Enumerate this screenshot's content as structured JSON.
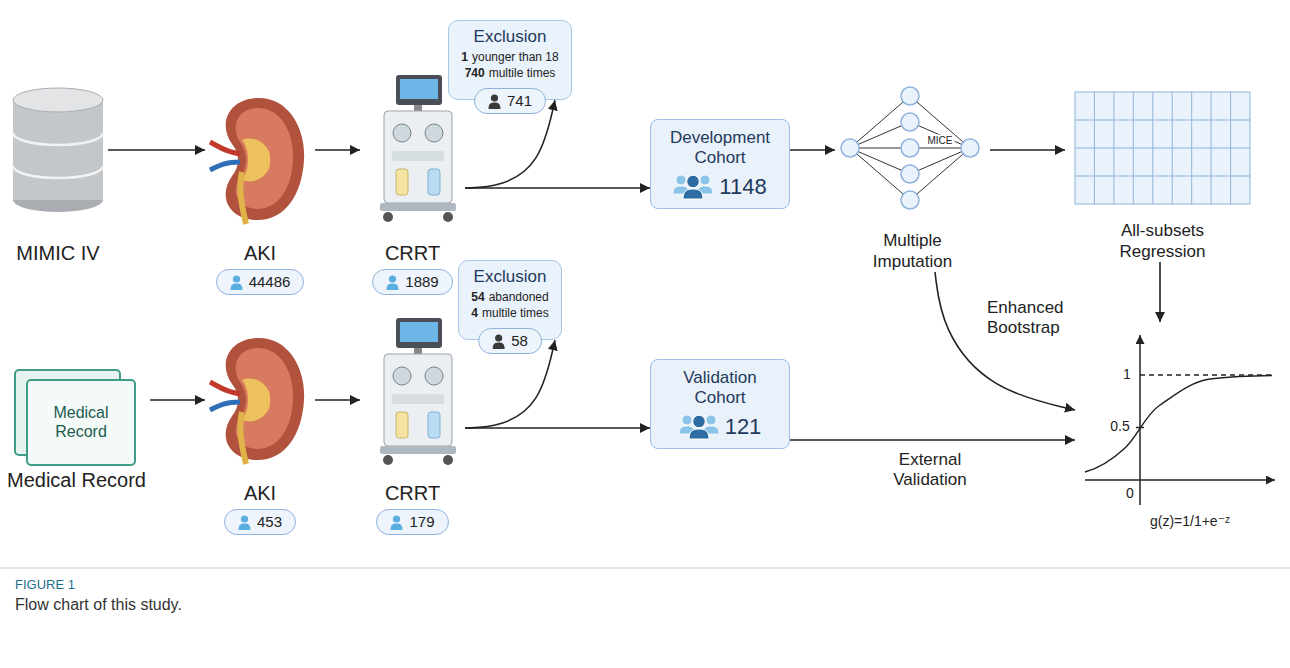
{
  "diagram": {
    "caption": "Flow chart of this study.",
    "nodes": [
      {
        "text": [
          "MIMIC IV"
        ]
      },
      {
        "text": [
          "AKI"
        ]
      },
      {
        "text": [
          "44486"
        ],
        "in": 1
      },
      {
        "text": [
          "CRRT"
        ]
      },
      {
        "text": [
          "1889"
        ],
        "in": 3
      },
      {
        "text": [
          "Exclusion",
          "1",
          "younger than 18",
          "740",
          "multile times"
        ]
      },
      {
        "text": [
          "741"
        ],
        "in": 5
      },
      {
        "text": [
          "Development Cohort",
          "1148"
        ]
      },
      {
        "text": [
          "MICE",
          "Multiple Imputation"
        ]
      },
      {
        "text": [
          "All-subsets Regression"
        ]
      },
      {
        "text": [
          "1",
          "0.5",
          "0",
          "g(z)=1/1+e⁻ᶻ"
        ]
      },
      {
        "text": [
          "Medical Record",
          "Medical Record"
        ]
      },
      {
        "text": [
          "AKI"
        ]
      },
      {
        "text": [
          "453"
        ],
        "in": 12
      },
      {
        "text": [
          "CRRT"
        ]
      },
      {
        "text": [
          "179"
        ],
        "in": 14
      },
      {
        "text": [
          "Exclusion",
          "54",
          "abandoned",
          "4",
          "multile times"
        ]
      },
      {
        "text": [
          "58"
        ],
        "in": 16
      },
      {
        "text": [
          "Validation Cohort",
          "121"
        ]
      }
    ],
    "edges": [
      {
        "from": 0,
        "to": 1,
        "arrow": "to"
      },
      {
        "from": 1,
        "to": 3,
        "arrow": "to"
      },
      {
        "from": 3,
        "to": 5,
        "arrow": "to"
      },
      {
        "from": 3,
        "to": 7,
        "arrow": "to"
      },
      {
        "from": 7,
        "to": 8,
        "arrow": "to"
      },
      {
        "from": 8,
        "to": 9,
        "arrow": "to"
      },
      {
        "from": 9,
        "to": 10,
        "arrow": "to"
      },
      {
        "from": 8,
        "to": 10,
        "label": "Enhanced Bootstrap",
        "arrow": "to"
      },
      {
        "from": 11,
        "to": 12,
        "arrow": "to"
      },
      {
        "from": 12,
        "to": 14,
        "arrow": "to"
      },
      {
        "from": 14,
        "to": 16,
        "arrow": "to"
      },
      {
        "from": 14,
        "to": 18,
        "arrow": "to"
      },
      {
        "from": 18,
        "to": 10,
        "label": "External Validation",
        "arrow": "to"
      }
    ],
    "labels": [
      "FIGURE 1"
    ]
  }
}
